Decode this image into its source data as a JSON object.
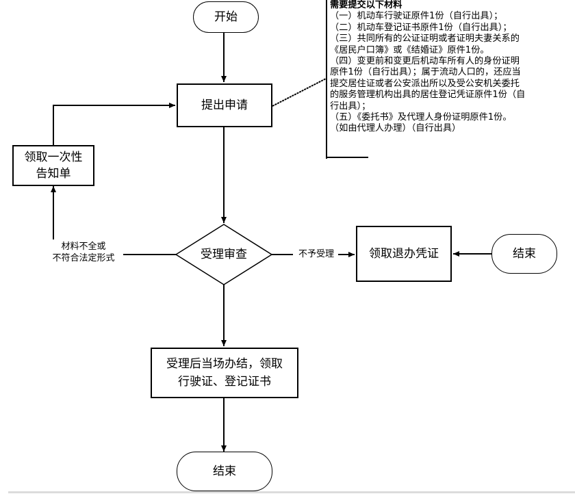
{
  "diagram": {
    "type": "flowchart",
    "nodes": {
      "start": "开始",
      "apply": "提出申请",
      "notice": [
        "领取一次性",
        "告知单"
      ],
      "review": "受理审查",
      "refund_voucher": "领取退办凭证",
      "end_right": "结束",
      "complete": [
        "受理后当场办结，领取",
        "行驶证、登记证书"
      ],
      "end_bottom": "结束"
    },
    "edge_labels": {
      "incomplete": [
        "材料不全或",
        "不符合法定形式"
      ],
      "rejected": "不予受理"
    },
    "note": {
      "lines": [
        "需要提交以下材料",
        "（一）机动车行驶证原件1份（自行出具）；",
        "（二）机动车登记证书原件1份（自行出具）；",
        "（三）共同所有的公证证明或者证明夫妻关系的",
        "《居民户口簿》或《结婚证》原件1份。",
        "（四）变更前和变更后机动车所有人的身份证明",
        "原件1份（自行出具）；属于流动人口的，还应当",
        "提交居住证或者公安派出所以及受公安机关委托",
        "的服务管理机构出具的居住登记凭证原件1份（自",
        "行出具）；",
        "（五）《委托书》及代理人身份证明原件1份。",
        "（如由代理人办理）（自行出具）"
      ]
    },
    "edges": [
      {
        "from": "start",
        "to": "apply"
      },
      {
        "from": "apply",
        "to": "review"
      },
      {
        "from": "review",
        "to": "notice",
        "label": "incomplete"
      },
      {
        "from": "notice",
        "to": "apply"
      },
      {
        "from": "review",
        "to": "refund_voucher",
        "label": "rejected"
      },
      {
        "from": "end_right",
        "to": "refund_voucher"
      },
      {
        "from": "review",
        "to": "complete"
      },
      {
        "from": "complete",
        "to": "end_bottom"
      }
    ]
  }
}
